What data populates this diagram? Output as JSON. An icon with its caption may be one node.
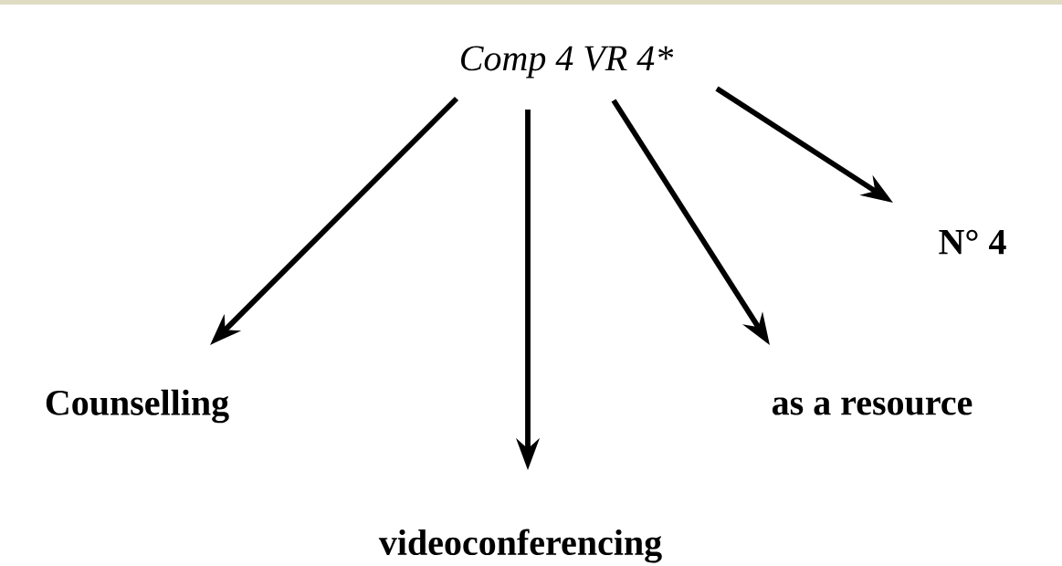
{
  "diagram": {
    "nodes": [
      {
        "text": [
          "Comp 4 VR 4*"
        ]
      },
      {
        "text": [
          "Counselling"
        ]
      },
      {
        "text": [
          "videoconferencing"
        ]
      },
      {
        "text": [
          "as a resource"
        ]
      },
      {
        "text": [
          "N° 4"
        ]
      }
    ],
    "edges": [
      {
        "from": 0,
        "to": 1,
        "arrow": "to"
      },
      {
        "from": 0,
        "to": 2,
        "arrow": "to"
      },
      {
        "from": 0,
        "to": 3,
        "arrow": "to"
      },
      {
        "from": 0,
        "to": 4,
        "arrow": "to"
      }
    ]
  }
}
